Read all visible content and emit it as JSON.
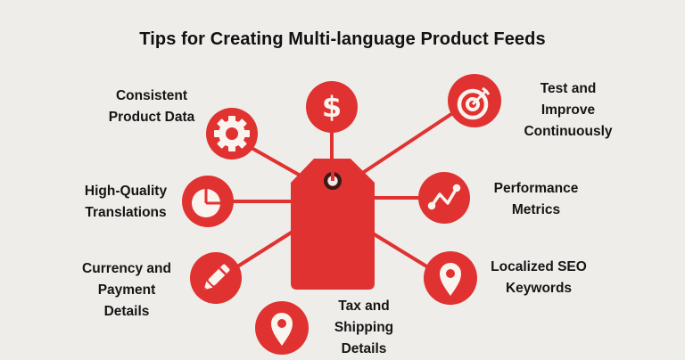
{
  "title": "Tips for Creating Multi-language Product Feeds",
  "colors": {
    "background": "#efedea",
    "accent_red": "#e03331",
    "icon_fill": "#fbf3ee",
    "text": "#151515",
    "tag_hole": "#3a1a18"
  },
  "center": {
    "icon": "price-tag-icon"
  },
  "tips": [
    {
      "id": "consistent-product-data",
      "icon": "gear-icon",
      "line1": "Consistent",
      "line2": "Product Data",
      "line3": ""
    },
    {
      "id": "high-quality-translations",
      "icon": "pie-chart-icon",
      "line1": "High-Quality",
      "line2": "Translations",
      "line3": ""
    },
    {
      "id": "currency-and-payment-details",
      "icon": "pencil-icon",
      "line1": "Currency and",
      "line2": "Payment",
      "line3": "Details"
    },
    {
      "id": "tax-and-shipping-details",
      "icon": "location-pin-icon",
      "line1": "Tax and",
      "line2": "Shipping",
      "line3": "Details"
    },
    {
      "id": "localized-seo-keywords",
      "icon": "location-pin-icon",
      "line1": "Localized SEO",
      "line2": "Keywords",
      "line3": ""
    },
    {
      "id": "performance-metrics",
      "icon": "trend-line-icon",
      "line1": "Performance",
      "line2": "Metrics",
      "line3": ""
    },
    {
      "id": "test-and-improve-continuously",
      "icon": "target-icon",
      "line1": "Test and",
      "line2": "Improve",
      "line3": "Continuously"
    },
    {
      "id": "pricing",
      "icon": "dollar-icon",
      "line1": "",
      "line2": "",
      "line3": ""
    }
  ]
}
